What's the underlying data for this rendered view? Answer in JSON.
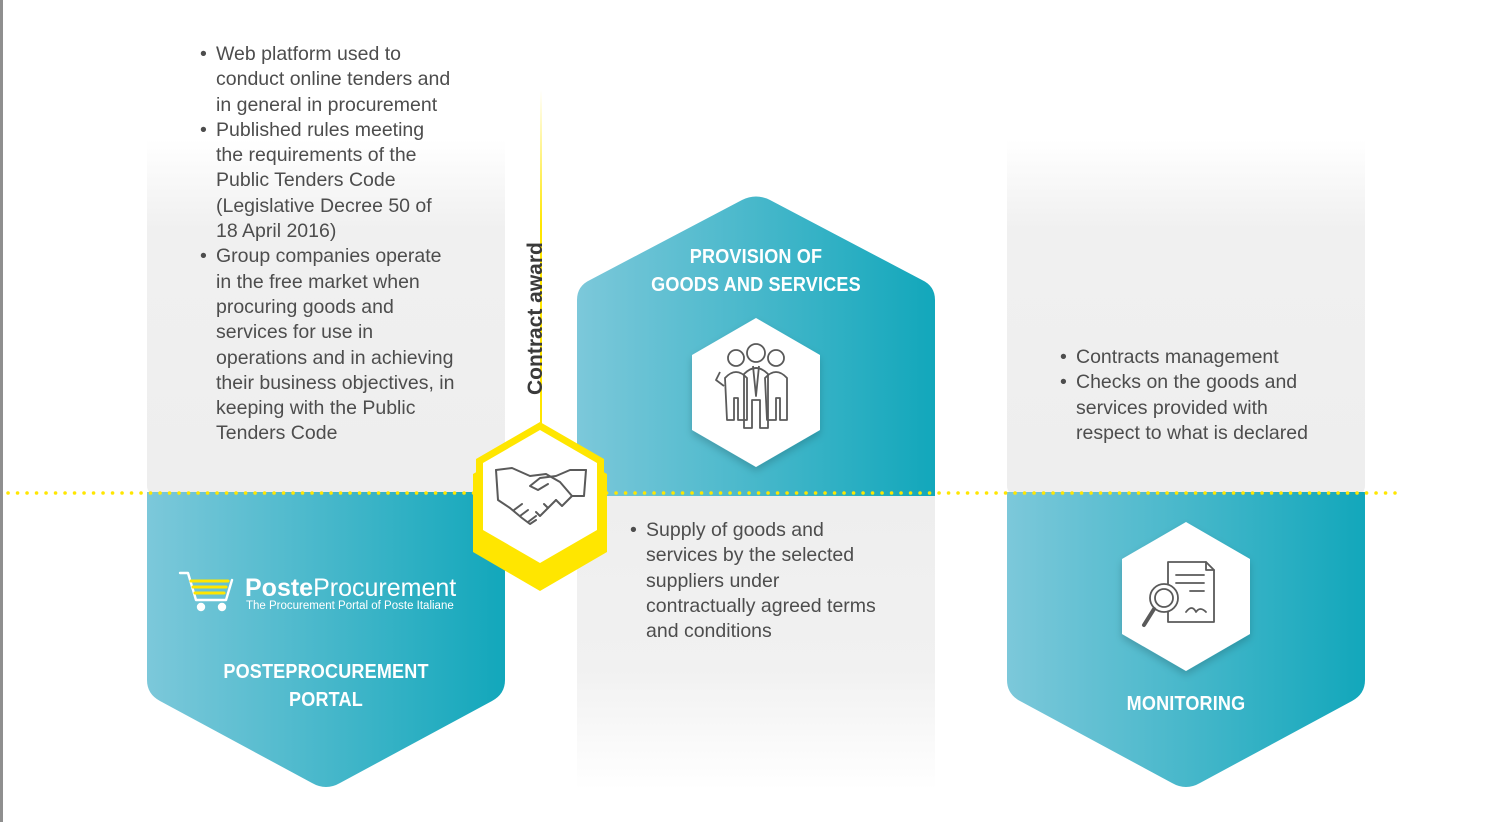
{
  "stages": {
    "portal": {
      "title_line1": "POSTEPROCUREMENT",
      "title_line2": "PORTAL",
      "brand_bold": "Poste",
      "brand_light": "Procurement",
      "brand_tagline": "The Procurement Portal of Poste Italiane",
      "icon": "shopping-cart-icon",
      "bullets": [
        "Web platform used to conduct online tenders and in general in procurement",
        "Published rules meeting the requirements of the Public Tenders Code (Legislative Decree 50 of 18 April 2016)",
        "Group companies operate in the free market when procuring goods and services for use in operations and in achieving their business objectives, in keeping with the Public Tenders Code"
      ]
    },
    "award": {
      "label": "Contract award",
      "icon": "handshake-icon"
    },
    "provision": {
      "title_line1": "PROVISION OF",
      "title_line2": "GOODS AND SERVICES",
      "icon": "team-people-icon",
      "bullets": [
        "Supply of goods and services by the selected suppliers under contractually agreed terms and conditions"
      ]
    },
    "monitoring": {
      "title": "MONITORING",
      "icon": "document-magnifier-icon",
      "bullets": [
        "Contracts management",
        "Checks on the goods and services provided with respect to what is declared"
      ]
    }
  },
  "colors": {
    "teal_light": "#7cc8da",
    "teal_dark": "#12a7bb",
    "yellow": "#ffe600",
    "panel_grey": "#eeeeee"
  }
}
